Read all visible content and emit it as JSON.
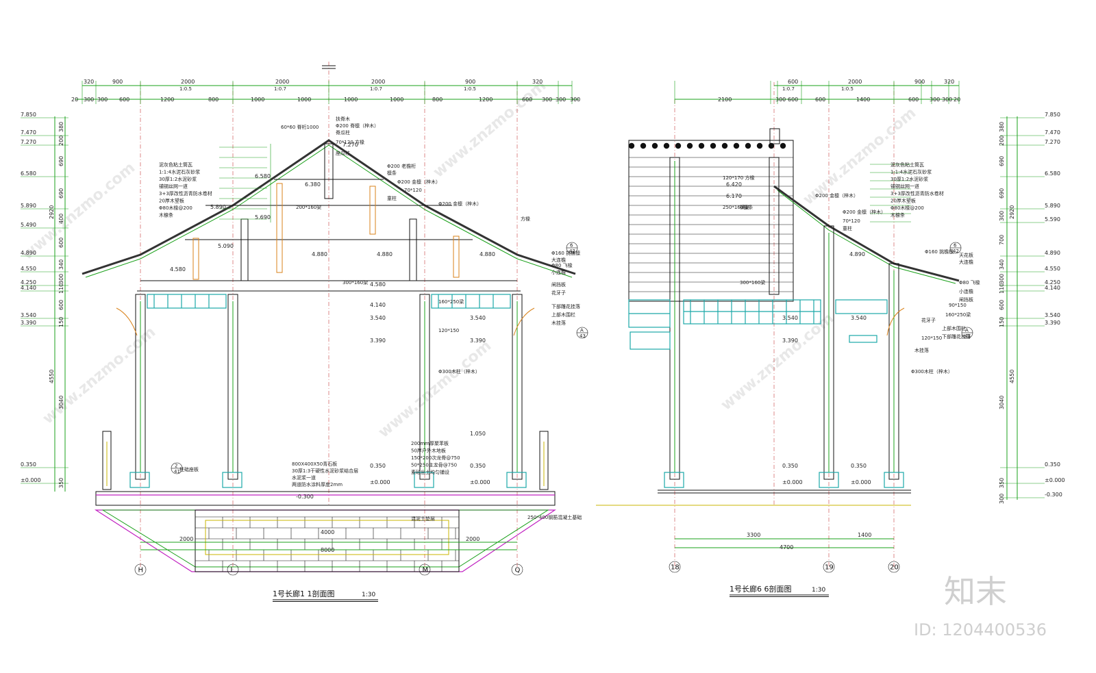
{
  "drawings": [
    {
      "id": "section-1-1",
      "title": "1号长廊1 1剖面图",
      "scale": "1:30",
      "top_dims_row1": [
        "320",
        "900",
        "2000",
        "2000",
        "2000",
        "900",
        "320"
      ],
      "top_dims_row1b": [
        "1:0.5",
        "1:0.7",
        "1:0.7",
        "1:0.5"
      ],
      "top_dims_row2": [
        "20",
        "300",
        "300",
        "600",
        "1200",
        "800",
        "1000",
        "1000",
        "1000",
        "1000",
        "800",
        "1200",
        "600",
        "300",
        "300",
        "300",
        "20"
      ],
      "levels": [
        "7.850",
        "7.470",
        "7.270",
        "6.580",
        "5.890",
        "5.490",
        "4.890",
        "4.550",
        "4.250",
        "4.140",
        "3.540",
        "3.390",
        "0.350",
        "±0.000"
      ],
      "left_dims": [
        "380",
        "200",
        "690",
        "690",
        "400",
        "600",
        "340",
        "300",
        "110",
        "600",
        "150",
        "3040",
        "350"
      ],
      "left_dims_outer": [
        "2920",
        "4550"
      ],
      "inner_levels": [
        "6.580",
        "6.380",
        "5.890",
        "5.690",
        "5.090",
        "4.880",
        "4.880",
        "4.580",
        "4.580",
        "4.880",
        "4.890",
        "7.270",
        "3.540",
        "3.540",
        "3.390",
        "4.140",
        "3.390",
        "0.350",
        "0.350",
        "±0.000",
        "±0.000",
        "-0.300",
        "1.050"
      ],
      "member_labels": [
        "70*120 方椽",
        "Φ200 老檐桁",
        "檩条",
        "Φ200 金檩（梓木）",
        "70*120",
        "童柱",
        "200*160梁",
        "300*160梁",
        "Φ200 金檩（梓木）",
        "160*250梁",
        "120*150",
        "Φ300木柱（梓木）",
        "250*400钢筋混凝土基础",
        "柱础座板",
        "800X400X50青石板",
        "60*60 脊桁1000",
        "扶脊木",
        "Φ200 脊檩（梓木）",
        "脊瓜柱",
        "座瓜柱",
        "Φ80 飞椽",
        "Φ160 挑檐檩",
        "大连檐",
        "小连檐",
        "闸挡板",
        "花牙子",
        "下部雕花挂落",
        "上部木围栏",
        "木挂落",
        "方椽",
        "混泥土垫层"
      ],
      "roof_notes": [
        "泥灰色粘土筒瓦",
        "1:1:4水泥石灰砂浆",
        "30厚1:2水泥砂浆",
        "铺钢丝网一道",
        "3+3厚改性沥青防水卷材",
        "20厚木望板",
        "Φ80木椽@200",
        "木檩条"
      ],
      "floor_notes": [
        "800X400X50青石板",
        "30厚1:3干硬性水泥砂浆结合层",
        "水泥浆一道",
        "两道防水涂料厚度2mm"
      ],
      "found_notes": [
        "200mm厚聚苯板",
        "50厚户外木地板",
        "150*200次龙骨@750",
        "50*250主龙骨@750",
        "素砼出土均匀铺设"
      ],
      "bottom_dims": [
        "2000",
        "4000",
        "8000",
        "2000"
      ],
      "axes": [
        "H",
        "L",
        "M",
        "Q"
      ],
      "detail_refs": [
        {
          "num": "6",
          "sheet": "42"
        },
        {
          "num": "A",
          "sheet": "43"
        },
        {
          "num": "2",
          "sheet": "41"
        }
      ]
    },
    {
      "id": "section-6-6",
      "title": "1号长廊6 6剖面图",
      "scale": "1:30",
      "top_dims_row1": [
        "600",
        "2000",
        "900",
        "320"
      ],
      "top_dims_row1b": [
        "1:0.7",
        "1:0.5"
      ],
      "top_dims_row2": [
        "2100",
        "300",
        "600",
        "600",
        "1400",
        "600",
        "300",
        "300",
        "20"
      ],
      "levels": [
        "7.850",
        "7.470",
        "7.270",
        "6.580",
        "5.890",
        "5.590",
        "4.890",
        "4.550",
        "4.250",
        "4.140",
        "3.540",
        "3.390",
        "0.350",
        "±0.000",
        "-0.300"
      ],
      "right_dims": [
        "380",
        "200",
        "690",
        "690",
        "300",
        "700",
        "340",
        "300",
        "110",
        "600",
        "150",
        "3040",
        "350",
        "300"
      ],
      "right_dims_outer": [
        "2920",
        "4550"
      ],
      "inner_levels": [
        "6.420",
        "6.170",
        "4.890",
        "3.540",
        "3.540",
        "3.390",
        "0.350",
        "0.350",
        "±0.000",
        "±0.000"
      ],
      "member_labels": [
        "120*170 方椽",
        "250*160檩条",
        "300*160梁",
        "Φ200 金檩（梓木）",
        "Φ200 金檩（梓木）",
        "70*120",
        "童柱",
        "Φ160 挑檐檩",
        "Φ80 飞椽",
        "大连檐",
        "小连檐",
        "闸挡板",
        "花牙子",
        "下部雕花挂落",
        "上部木围栏",
        "木挂落",
        "90*150",
        "160*250梁",
        "120*150",
        "Φ300木柱（梓木）",
        "天花板",
        "横梁"
      ],
      "roof_notes": [
        "泥灰色粘土筒瓦",
        "1:1:4水泥石灰砂浆",
        "30厚1:2水泥砂浆",
        "铺钢丝网一道",
        "3+3厚改性沥青防水卷材",
        "20厚木望板",
        "Φ80木椽@200",
        "木檩条"
      ],
      "bottom_dims": [
        "3300",
        "1400",
        "4700"
      ],
      "axes": [
        "18",
        "19",
        "20"
      ],
      "detail_refs": [
        {
          "num": "6",
          "sheet": "42"
        },
        {
          "num": "A",
          "sheet": "43"
        }
      ]
    }
  ],
  "watermark": {
    "logo": "知末",
    "id": "ID: 1204400536",
    "site": "www.znzmo.com"
  },
  "colors": {
    "green": "#1aa01a",
    "black": "#111111",
    "red": "#c83c3c",
    "orange": "#d9821a",
    "magenta": "#c020c0",
    "cyan": "#1aa8a8",
    "yellow": "#c8b400"
  }
}
